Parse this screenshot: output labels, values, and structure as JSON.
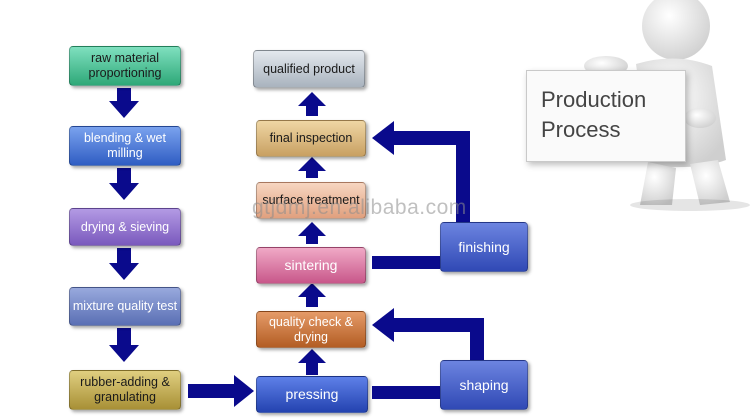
{
  "colors": {
    "arrow": "#0a0a8c",
    "green": "#3cb98c",
    "blue": "#3f6fd0",
    "purple": "#8a6cc9",
    "slate": "#6a7fc0",
    "olive": "#b6a24a",
    "gray": "#b8c2cc",
    "tan": "#d6b67c",
    "peach": "#e9b79a",
    "pink": "#d97aa3",
    "copper": "#c9733a",
    "royal": "#3457c8",
    "sideblue": "#3f58c5"
  },
  "title_sign": {
    "line1": "Production",
    "line2": "Process"
  },
  "watermark": "gtjdmj.en.alibaba.com",
  "steps": {
    "raw_material": "raw material proportioning",
    "blending": "blending & wet milling",
    "drying": "drying & sieving",
    "mixture_test": "mixture quality test",
    "rubber_adding": "rubber-adding & granulating",
    "pressing": "pressing",
    "quality_check": "quality check & drying",
    "sintering": "sintering",
    "surface": "surface treatment",
    "final_inspection": "final inspection",
    "qualified": "qualified product",
    "finishing": "finishing",
    "shaping": "shaping"
  }
}
